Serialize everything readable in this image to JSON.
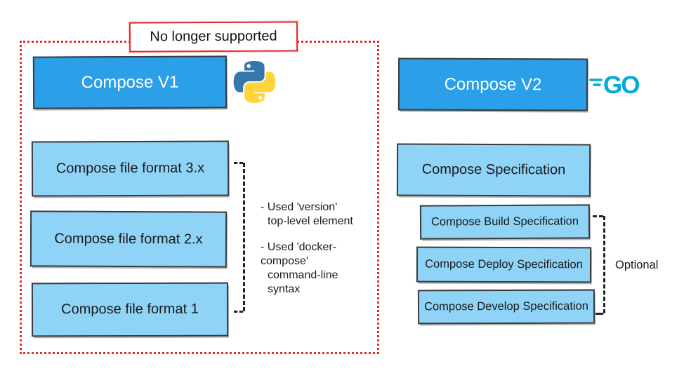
{
  "banner": {
    "label": "No longer supported"
  },
  "v1": {
    "title": "Compose V1",
    "formats": [
      "Compose file format 3.x",
      "Compose file format 2.x",
      "Compose file format 1"
    ],
    "notes": [
      {
        "line1": "- Used 'version'",
        "line2": "top-level element"
      },
      {
        "line1": "- Used 'docker-compose'",
        "line2": "command-line syntax"
      }
    ]
  },
  "v2": {
    "title": "Compose V2",
    "spec": "Compose Specification",
    "sub_specs": [
      "Compose Build Specification",
      "Compose Deploy Specification",
      "Compose Develop Specification"
    ],
    "bracket_label": "Optional"
  },
  "icons": {
    "v1": "python-icon",
    "v2": "go-icon",
    "go_text": "GO"
  },
  "colors": {
    "bright_blue": "#2b9fe8",
    "light_blue": "#8fd3f7",
    "red": "#e12b2b",
    "go_teal": "#00acd7",
    "python_blue": "#3776ab",
    "python_yellow": "#ffd43b",
    "dash_black": "#222222"
  }
}
